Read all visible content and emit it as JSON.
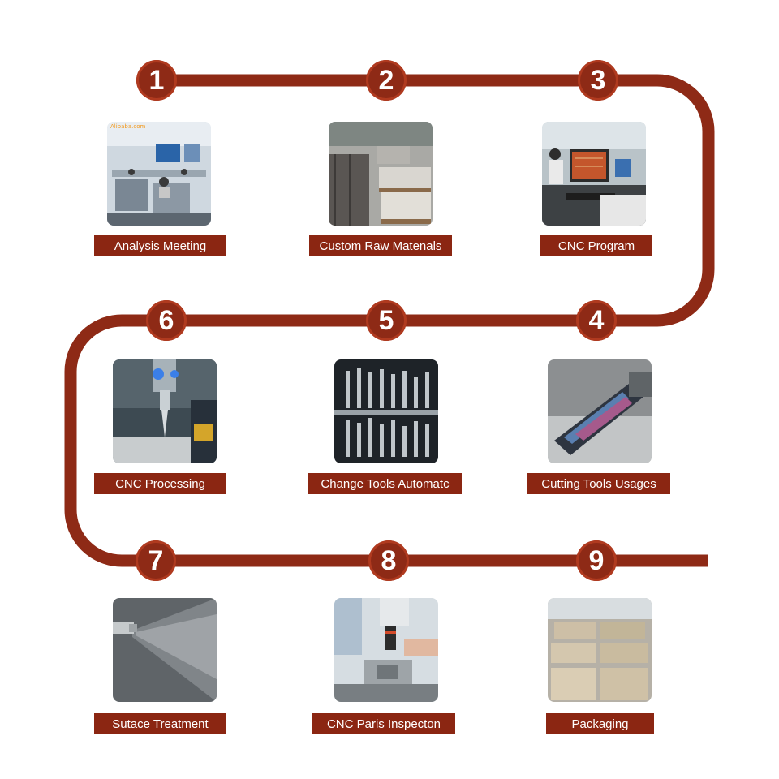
{
  "steps": [
    {
      "number": "1",
      "label": "Analysis Meeting",
      "photo": "office-meeting-photo"
    },
    {
      "number": "2",
      "label": "Custom Raw Matenals",
      "photo": "raw-materials-photo"
    },
    {
      "number": "3",
      "label": "CNC Program",
      "photo": "cnc-programming-photo"
    },
    {
      "number": "4",
      "label": "Cutting Tools Usages",
      "photo": "cutting-tool-photo"
    },
    {
      "number": "5",
      "label": "Change Tools Automatc",
      "photo": "tool-rack-photo"
    },
    {
      "number": "6",
      "label": "CNC Processing",
      "photo": "cnc-machining-photo"
    },
    {
      "number": "7",
      "label": "Sutace Treatment",
      "photo": "spray-nozzle-photo"
    },
    {
      "number": "8",
      "label": "CNC Paris Inspecton",
      "photo": "inspection-photo"
    },
    {
      "number": "9",
      "label": "Packaging",
      "photo": "packaging-photo"
    }
  ],
  "photo_watermark": "Alibaba.com",
  "colors": {
    "path": "#8e2a16",
    "badge": "#8e2a16",
    "label_bg": "#8b2612",
    "label_text": "#ffffff"
  }
}
